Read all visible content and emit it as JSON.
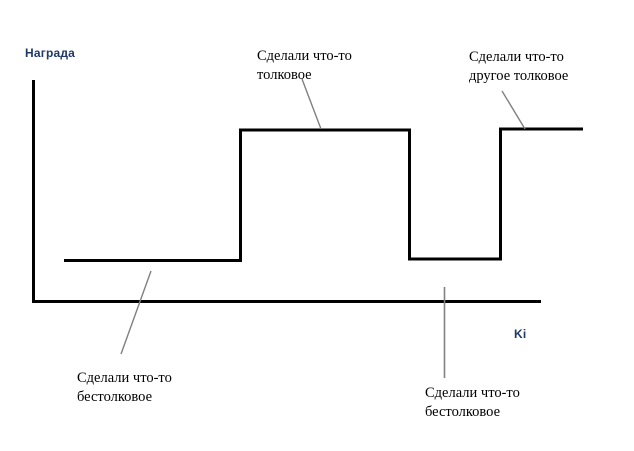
{
  "figure": {
    "background_color": "#ffffff",
    "axis_color": "#000000",
    "series_color": "#000000",
    "leader_color": "#808080",
    "label_color": "#1f3864"
  },
  "axes": {
    "y_label": "Награда",
    "x_label": "Ki"
  },
  "annotations": {
    "good": {
      "line1": "Сделали что-то",
      "line2": "толковое"
    },
    "other_good": {
      "line1": "Сделали что-то",
      "line2": "другое толковое"
    },
    "bad_left": {
      "line1": "Сделали что-то",
      "line2": "бестолковое"
    },
    "bad_right": {
      "line1": "Сделали что-то",
      "line2": "бестолковое"
    }
  },
  "chart_data": {
    "type": "line",
    "title": "",
    "xlabel": "Ki",
    "ylabel": "Награда",
    "grid": false,
    "legend": "none",
    "subtype": "step",
    "description": "Step function of reward versus iteration showing two low plateaus and two high plateaus",
    "xlim": [
      0,
      10
    ],
    "ylim": [
      0,
      4
    ],
    "x": [
      0.6,
      4.1,
      4.1,
      7.4,
      7.4,
      9.2,
      9.2,
      10.8
    ],
    "y": [
      1.2,
      1.2,
      3.15,
      3.15,
      1.25,
      1.25,
      3.17,
      3.17
    ],
    "series": [
      {
        "name": "reward",
        "points": [
          {
            "x": 0.6,
            "y": 1.2
          },
          {
            "x": 4.1,
            "y": 1.2
          },
          {
            "x": 4.1,
            "y": 3.15
          },
          {
            "x": 7.4,
            "y": 3.15
          },
          {
            "x": 7.4,
            "y": 1.25
          },
          {
            "x": 9.2,
            "y": 1.25
          },
          {
            "x": 9.2,
            "y": 3.17
          },
          {
            "x": 10.8,
            "y": 3.17
          }
        ]
      }
    ],
    "segments": [
      {
        "label": "Сделали что-то бестолковое",
        "level": "low",
        "from_x": 0.6,
        "to_x": 4.1
      },
      {
        "label": "Сделали что-то толковое",
        "level": "high",
        "from_x": 4.1,
        "to_x": 7.4
      },
      {
        "label": "Сделали что-то бестолковое",
        "level": "low",
        "from_x": 7.4,
        "to_x": 9.2
      },
      {
        "label": "Сделали что-то другое толковое",
        "level": "high",
        "from_x": 9.2,
        "to_x": 10.8
      }
    ]
  }
}
